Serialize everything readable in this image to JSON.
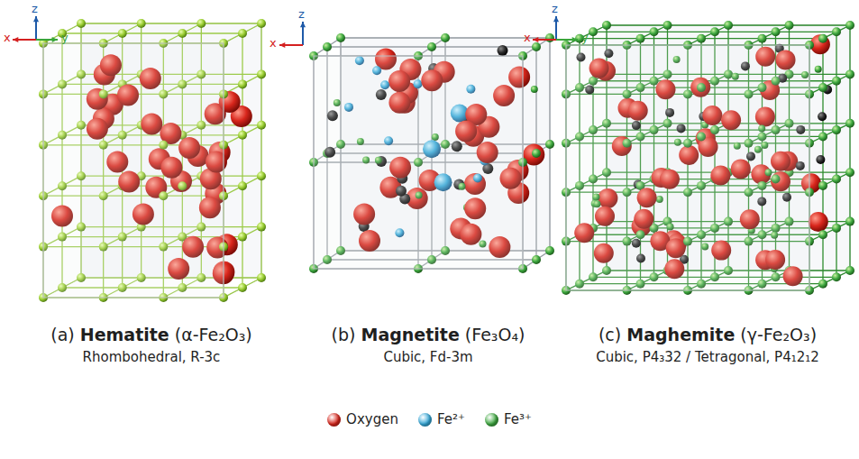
{
  "diagram": {
    "labels": [
      "z",
      "x",
      "y",
      "z",
      "x",
      "z",
      "x",
      "y",
      "(a)",
      "Hematite",
      "(α-Fe₂O₃)",
      "Rhombohedral, R-3c",
      "(b)",
      "Magnetite",
      "(Fe₃O₄)",
      "Cubic, Fd-3m",
      "(c)",
      "Maghemite",
      "(γ-Fe₂O₃)",
      "Cubic, P4₃32 / Tetragonal, P4₁2₁2"
    ],
    "legend": [
      {
        "text": "Oxygen",
        "color": "#d8261c"
      },
      {
        "text": "Fe²⁺",
        "color": "#35a8d8"
      },
      {
        "text": "Fe³⁺",
        "color": "#3ea840"
      }
    ]
  }
}
